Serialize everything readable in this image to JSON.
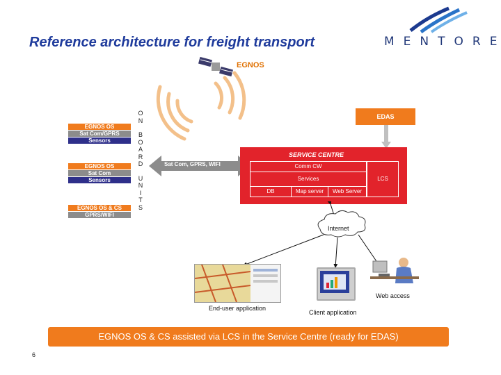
{
  "title": "Reference architecture for freight transport",
  "logo": {
    "text": "MENTORE",
    "swoosh_colors": [
      "#1c3a8f",
      "#2a74c8",
      "#6fb1e8"
    ]
  },
  "satellite": {
    "label": "EGNOS"
  },
  "onboard": {
    "letters": [
      "O",
      "N",
      "",
      "B",
      "O",
      "A",
      "R",
      "D",
      "",
      "U",
      "N",
      "I",
      "T",
      "S"
    ]
  },
  "units": [
    {
      "rows": [
        {
          "label": "EGNOS OS",
          "style": "orange"
        },
        {
          "label": "Sat Com/GPRS",
          "style": "gray"
        },
        {
          "label": "Sensors",
          "style": "blue"
        }
      ]
    },
    {
      "rows": [
        {
          "label": "EGNOS OS",
          "style": "orange"
        },
        {
          "label": "Sat Com",
          "style": "gray"
        },
        {
          "label": "Sensors",
          "style": "blue"
        }
      ]
    },
    {
      "rows": [
        {
          "label": "EGNOS OS & CS",
          "style": "orange"
        },
        {
          "label": "GPRS/WIFI",
          "style": "gray"
        }
      ]
    }
  ],
  "link_label": "Sat Com, GPRS, WIFI",
  "edas": "EDAS",
  "service_centre": {
    "title": "SERVICE CENTRE",
    "comm": "Comm CW",
    "services": "Services",
    "lcs": "LCS",
    "db": "DB",
    "map_server": "Map server",
    "web_server": "Web Server"
  },
  "internet": "Internet",
  "clients": {
    "end_user": "End-user application",
    "client": "Client application",
    "web": "Web access"
  },
  "footer": "EGNOS OS & CS assisted via LCS in the Service Centre (ready for EDAS)",
  "page_number": "6",
  "colors": {
    "title": "#1f3b9c",
    "orange": "#f07b1d",
    "red": "#e2232b",
    "navy": "#2e2f8a",
    "gray": "#8c8c8c"
  }
}
